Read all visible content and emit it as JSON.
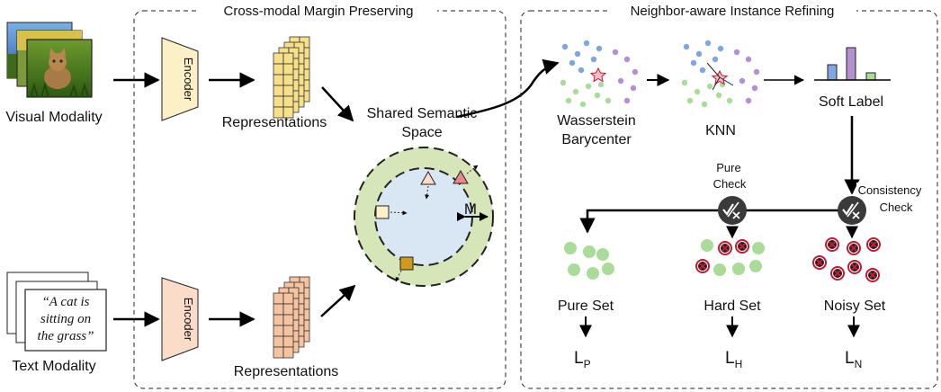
{
  "left_panel": {
    "visual_modality": "Visual Modality",
    "text_modality": "Text Modality",
    "caption_lines": [
      "“A cat is",
      "sitting on",
      "the grass”"
    ]
  },
  "margin_box": {
    "title": "Cross-modal Margin Preserving",
    "encoder_top": "Encoder",
    "encoder_bottom": "Encoder",
    "representations_top": "Representations",
    "representations_bottom": "Representations",
    "shared_space_line1": "Shared Semantic",
    "shared_space_line2": "Space",
    "margin_label": "M"
  },
  "refine_box": {
    "title": "Neighbor-aware Instance Refining",
    "wasserstein_line1": "Wasserstein",
    "wasserstein_line2": "Barycenter",
    "knn": "KNN",
    "soft_label": "Soft Label",
    "pure_check_line1": "Pure",
    "pure_check_line2": "Check",
    "consistency_check_line1": "Consistency",
    "consistency_check_line2": "Check",
    "pure_set": "Pure Set",
    "hard_set": "Hard Set",
    "noisy_set": "Noisy Set",
    "loss_pure": {
      "base": "L",
      "sub": "P"
    },
    "loss_hard": {
      "base": "L",
      "sub": "H"
    },
    "loss_noisy": {
      "base": "L",
      "sub": "N"
    }
  },
  "colors": {
    "encoder_visual": "#fdf0c6",
    "encoder_text": "#fbdcc8",
    "rep_visual": "#f7e08a",
    "rep_text": "#f5c3a0",
    "margin_ring": "#d6e6b8",
    "inner_space": "#d9e6f4",
    "clean_dot": "#a8dc98",
    "noisy_dot": "#c21a30",
    "blue_dot": "#7fa6e0",
    "purple_dot": "#b590d0",
    "check_icon": "#3a3a3a"
  }
}
